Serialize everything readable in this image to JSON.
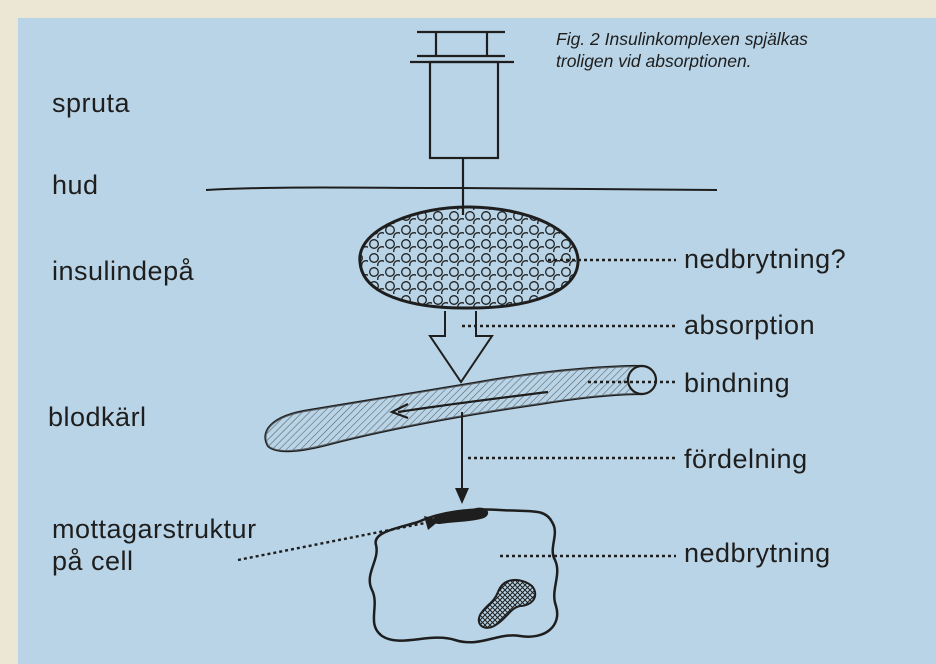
{
  "caption": {
    "line1": "Fig. 2 Insulinkomplexen spjälkas",
    "line2": "troligen vid absorptionen."
  },
  "left_labels": {
    "spruta": "spruta",
    "hud": "hud",
    "insulindepa": "insulindepå",
    "blodkarl": "blodkärl",
    "receptor_line1": "mottagarstruktur",
    "receptor_line2": "på cell"
  },
  "right_labels": {
    "degradation_q": "nedbrytning?",
    "absorption": "absorption",
    "binding": "bindning",
    "distribution": "fördelning",
    "degradation": "nedbrytning"
  },
  "colors": {
    "panel": "#b9d4e6",
    "border": "#ece6d5",
    "ink": "#1e1e1e"
  }
}
